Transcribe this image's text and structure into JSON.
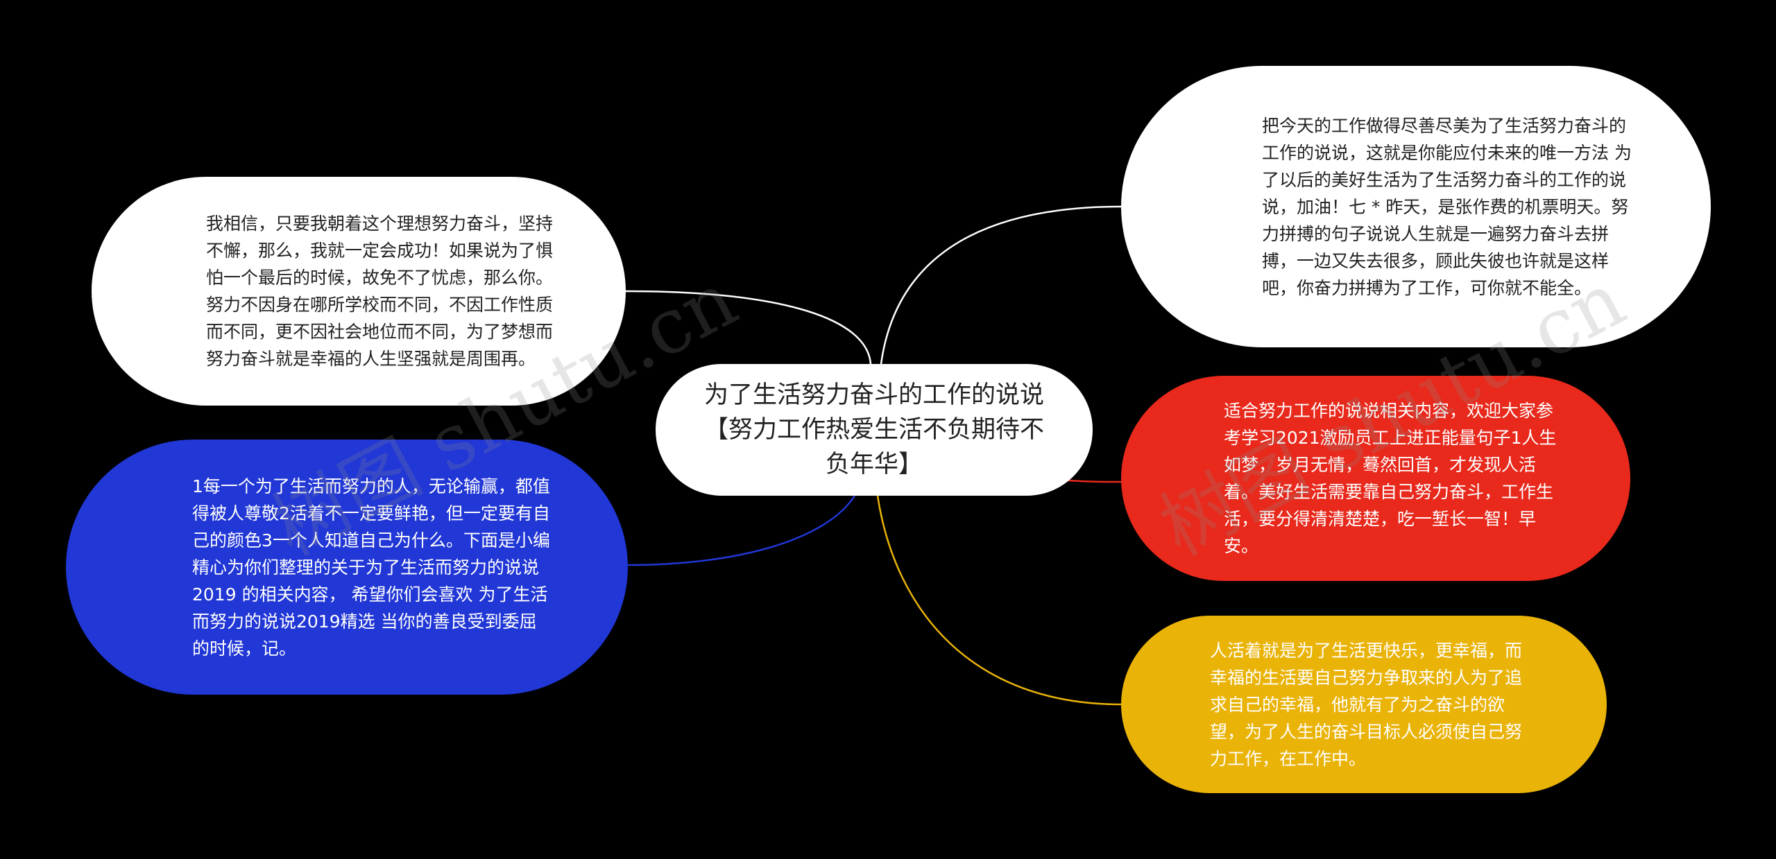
{
  "center": {
    "text": "为了生活努力奋斗的工作的说说【努力工作热爱生活不负期待不负年华】"
  },
  "nodes": {
    "top_left": {
      "text": "我相信，只要我朝着这个理想努力奋斗，坚持不懈，那么，我就一定会成功！如果说为了惧怕一个最后的时候，故免不了忧虑，那么你。努力不因身在哪所学校而不同，不因工作性质而不同，更不因社会地位而不同，为了梦想而努力奋斗就是幸福的人生坚强就是周围再。",
      "color": "#ffffff"
    },
    "bottom_left": {
      "text": "1每一个为了生活而努力的人，无论输赢，都值得被人尊敬2活着不一定要鲜艳，但一定要有自己的颜色3一个人知道自己为什么。下面是小编精心为你们整理的关于为了生活而努力的说说 2019 的相关内容， 希望你们会喜欢 为了生活而努力的说说2019精选 当你的善良受到委屈的时候，记。",
      "color": "#2137d6"
    },
    "top_right": {
      "text": "把今天的工作做得尽善尽美为了生活努力奋斗的工作的说说，这就是你能应付未来的唯一方法 为了以后的美好生活为了生活努力奋斗的工作的说说，加油！七 * 昨天，是张作费的机票明天。努力拼搏的句子说说人生就是一遍努力奋斗去拼搏，一边又失去很多，顾此失彼也许就是这样吧，你奋力拼搏为了工作，可你就不能全。",
      "color": "#ffffff"
    },
    "middle_right": {
      "text": "适合努力工作的说说相关内容，欢迎大家参考学习2021激励员工上进正能量句子1人生如梦，岁月无情，蓦然回首，才发现人活着。美好生活需要靠自己努力奋斗，工作生活，要分得清清楚楚，吃一堑长一智！早安。",
      "color": "#e8291c"
    },
    "bottom_right": {
      "text": "人活着就是为了生活更快乐，更幸福，而幸福的生活要自己努力争取来的人为了追求自己的幸福，他就有了为之奋斗的欲望，为了人生的奋斗目标人必须使自己努力工作，在工作中。",
      "color": "#eab308"
    }
  },
  "connector_colors": {
    "top_left": "#ffffff",
    "bottom_left": "#2137d6",
    "top_right": "#ffffff",
    "middle_right": "#e8291c",
    "bottom_right": "#eab308"
  },
  "watermark": {
    "left": "树图 shutu.cn",
    "right": "树图 shutu.cn"
  }
}
